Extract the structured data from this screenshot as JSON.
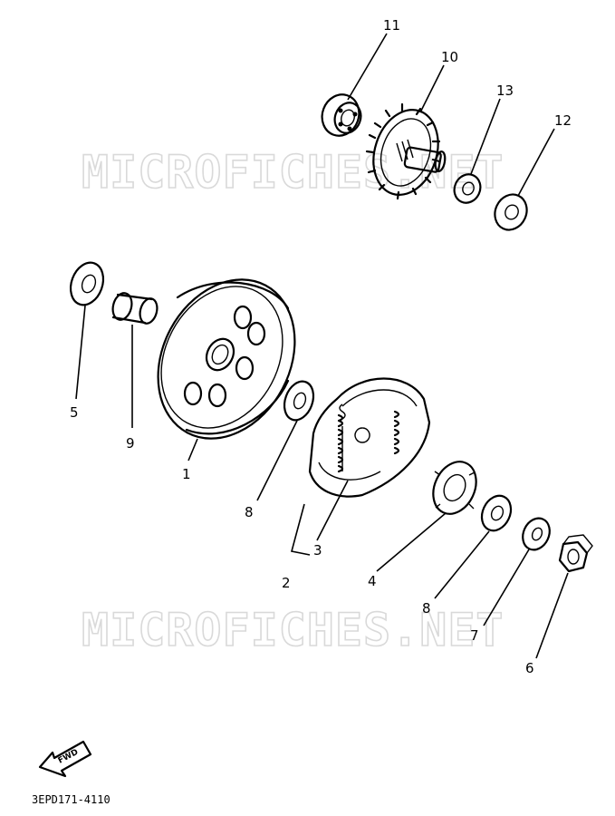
{
  "watermarks": [
    "MICROFICHES.NET",
    "MICROFICHES.NET"
  ],
  "callouts": {
    "c1": "1",
    "c2": "2",
    "c3": "3",
    "c4": "4",
    "c5": "5",
    "c6": "6",
    "c7": "7",
    "c8a": "8",
    "c8b": "8",
    "c9": "9",
    "c10": "10",
    "c11": "11",
    "c12": "12",
    "c13": "13"
  },
  "fwd_label": "FWD",
  "part_number": "3EPD171-4110"
}
